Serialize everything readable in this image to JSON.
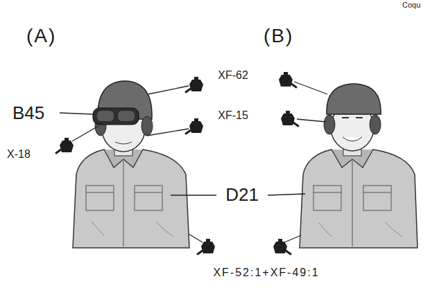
{
  "diagram": {
    "labels": [
      "Coqu",
      "(A)",
      "(B)",
      "XF-62",
      "B45",
      "XF-15",
      "X-18",
      "D21",
      "XF-52:1+XF-49:1"
    ]
  }
}
